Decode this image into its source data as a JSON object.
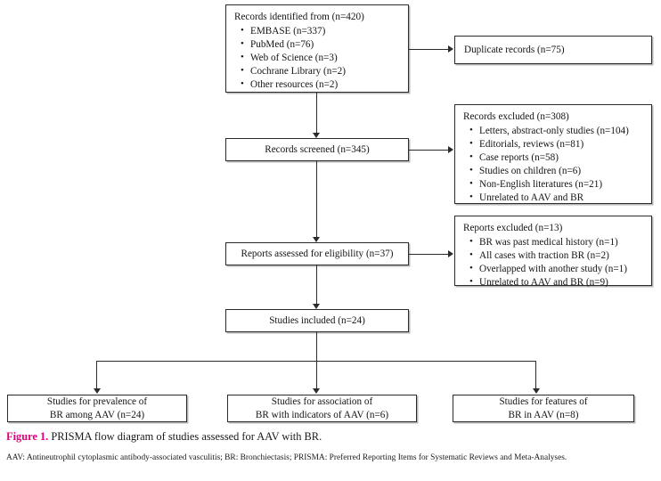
{
  "figure": {
    "label": "Figure 1.",
    "caption": " PRISMA flow diagram of studies assessed for AAV with BR.",
    "footnote": "AAV: Antineutrophil cytoplasmic antibody-associated vasculitis; BR: Bronchiectasis; PRISMA: Preferred Reporting Items for Systematic Reviews and Meta-Analyses.",
    "label_color": "#e1007a"
  },
  "flow": {
    "identification": {
      "title": "Records identified from (n=420)",
      "sources": [
        "EMBASE (n=337)",
        "PubMed (n=76)",
        "Web of Science (n=3)",
        "Cochrane Library (n=2)",
        "Other resources (n=2)"
      ]
    },
    "duplicates": {
      "title": "Duplicate records (n=75)"
    },
    "screened": {
      "title": "Records screened (n=345)"
    },
    "records_excluded": {
      "title": "Records excluded (n=308)",
      "reasons": [
        "Letters, abstract-only studies (n=104)",
        "Editorials, reviews (n=81)",
        "Case reports (n=58)",
        "Studies on children (n=6)",
        "Non-English literatures (n=21)",
        "Unrelated to AAV and BR"
      ]
    },
    "eligibility": {
      "title": "Reports assessed for eligibility (n=37)"
    },
    "reports_excluded": {
      "title": "Reports excluded (n=13)",
      "reasons": [
        "BR was past medical history (n=1)",
        "All cases with traction BR (n=2)",
        "Overlapped with another study (n=1)",
        "Unrelated to AAV and BR (n=9)"
      ]
    },
    "included": {
      "title": "Studies included (n=24)"
    },
    "outcomes": [
      {
        "line1": "Studies for prevalence of",
        "line2": "BR among AAV (n=24)"
      },
      {
        "line1": "Studies for association of",
        "line2": "BR with indicators of AAV (n=6)"
      },
      {
        "line1": "Studies for features of",
        "line2": "BR in AAV (n=8)"
      }
    ]
  }
}
